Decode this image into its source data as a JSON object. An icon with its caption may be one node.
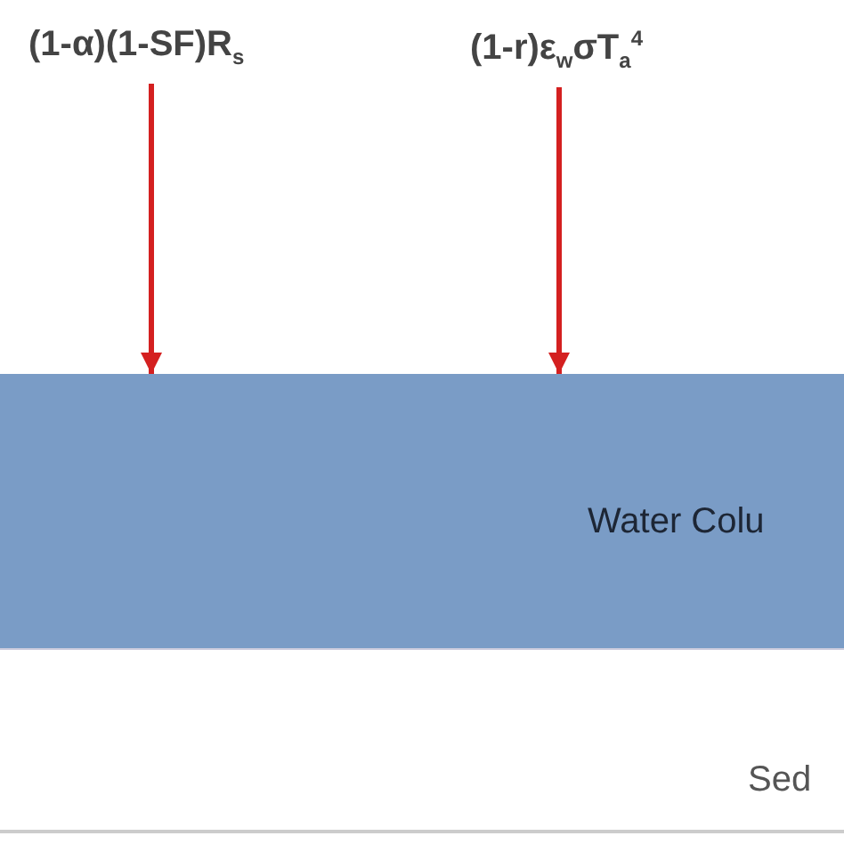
{
  "diagram": {
    "nodes": [
      {
        "text": [
          "(1-α)(1-SF)R$_{s}$"
        ]
      },
      {
        "text": [
          "(1-r)ε$_{w}$σT$_{a}$$^{4}$"
        ]
      },
      {
        "text": [
          "Water Colu"
        ]
      },
      {
        "text": [
          "Sed"
        ]
      }
    ],
    "edges": [
      {
        "from": 0,
        "to": 2,
        "arrow": "to"
      },
      {
        "from": 1,
        "to": 2,
        "arrow": "to"
      }
    ]
  }
}
